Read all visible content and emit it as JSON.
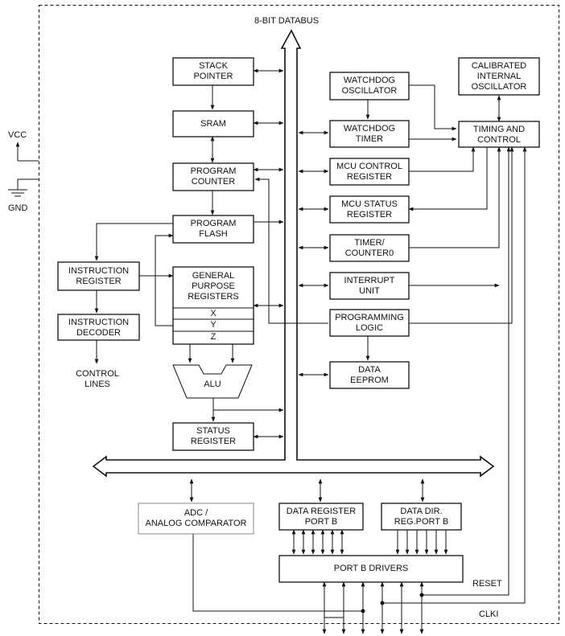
{
  "blocks": {
    "stack_pointer": "STACK\nPOINTER",
    "sram": "SRAM",
    "program_counter": "PROGRAM\nCOUNTER",
    "program_flash": "PROGRAM\nFLASH",
    "instruction_register": "INSTRUCTION\nREGISTER",
    "instruction_decoder": "INSTRUCTION\nDECODER",
    "general_purpose_registers": "GENERAL\nPURPOSE\nREGISTERS",
    "reg_x": "X",
    "reg_y": "Y",
    "reg_z": "Z",
    "alu": "ALU",
    "status_register": "STATUS\nREGISTER",
    "watchdog_oscillator": "WATCHDOG\nOSCILLATOR",
    "watchdog_timer": "WATCHDOG\nTIMER",
    "mcu_control_register": "MCU CONTROL\nREGISTER",
    "mcu_status_register": "MCU STATUS\nREGISTER",
    "timer_counter0": "TIMER/\nCOUNTER0",
    "interrupt_unit": "INTERRUPT\nUNIT",
    "programming_logic": "PROGRAMMING\nLOGIC",
    "data_eeprom": "DATA\nEEPROM",
    "calibrated_oscillator": "CALIBRATED\nINTERNAL\nOSCILLATOR",
    "timing_and_control": "TIMING AND\nCONTROL",
    "adc_comparator": "ADC /\nANALOG COMPARATOR",
    "data_register_port_b": "DATA REGISTER\nPORT B",
    "data_dir_port_b": "DATA DIR.\nREG.PORT B",
    "port_b_drivers": "PORT B DRIVERS"
  },
  "labels": {
    "databus": "8-BIT DATABUS",
    "vcc": "VCC",
    "gnd": "GND",
    "control_lines": "CONTROL\nLINES",
    "reset": "RESET",
    "clki": "CLKI"
  }
}
